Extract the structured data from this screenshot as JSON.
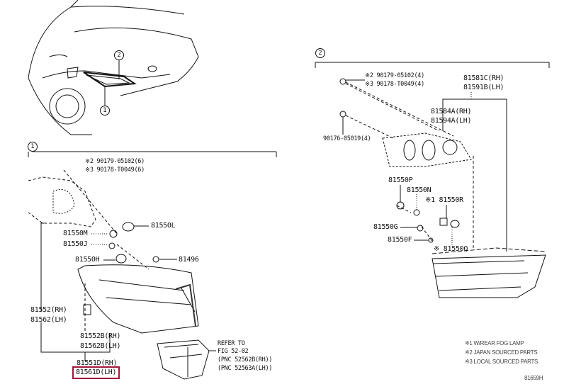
{
  "callouts": {
    "one": "1",
    "two": "2"
  },
  "section1": {
    "bolt_a": "※2 90179-05102(6)",
    "bolt_b": "※3 90178-T0049(6)",
    "p_81550L": "81550L",
    "p_81550M": "81550M",
    "p_81550J": "81550J",
    "p_81550H": "81550H",
    "p_81496": "81496",
    "lens_rh": "81552(RH)",
    "lens_lh": "81562(LH)",
    "gasket_rh": "81552B(RH)",
    "gasket_lh": "81562B(LH)",
    "assy_rh": "81551D(RH)",
    "assy_lh": "81561D(LH)",
    "refer": [
      "REFER TO",
      "FIG 52-02",
      "(PNC 52562B(RH))",
      "(PNC 52563A(LH))"
    ]
  },
  "section2": {
    "bolt_a": "※2 90179-05102(4)",
    "bolt_b": "※3 90178-T0049(4)",
    "assy_rh": "81581C(RH)",
    "assy_lh": "81591B(LH)",
    "lens_rh": "81584A(RH)",
    "lens_lh": "81594A(LH)",
    "screw": "90176-05019(4)",
    "p_81550P": "81550P",
    "p_81550N": "81550N",
    "p_81550R": "※1 81550R",
    "p_81550G": "81550G",
    "p_81550F": "81550F",
    "p_81550Q": "※ 81550Q"
  },
  "legend": [
    "※1 W/REAR FOG LAMP",
    "※2 JAPAN SOURCED PARTS",
    "※3 LOCAL SOURCED PARTS"
  ],
  "figure_id": "81659H",
  "highlight_color": "#a0183c"
}
